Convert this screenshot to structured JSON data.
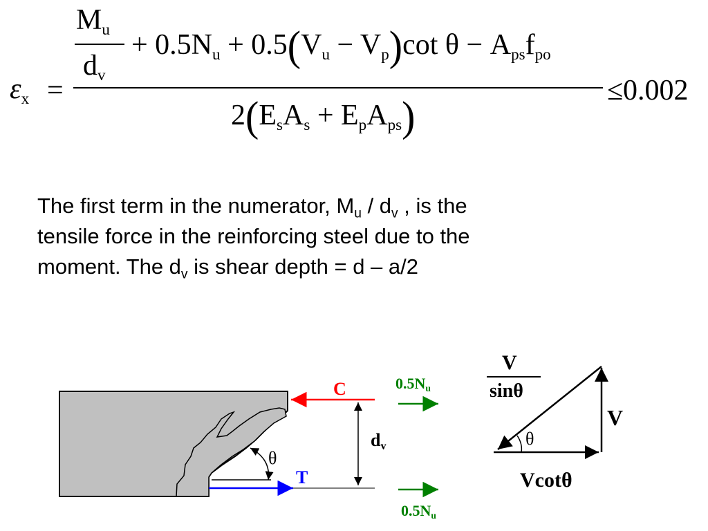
{
  "equation": {
    "lhs_symbol": "ε",
    "lhs_sub": "x",
    "equals": "=",
    "mu_M": "M",
    "mu_sub": "u",
    "dv_d": "d",
    "dv_sub": "v",
    "num_t2": "+ 0.5N",
    "num_t2_sub": "u",
    "num_t3_pre": "+ 0.5",
    "num_t3_V1": "V",
    "num_t3_V1_sub": "u",
    "num_t3_minus": "− V",
    "num_t3_V2_sub": "p",
    "num_t3_cot": "cot θ − A",
    "num_t4_sub": "ps",
    "num_t4_f": "f",
    "num_t4_f_sub": "po",
    "den_pre": "2",
    "den_E1": "E",
    "den_E1_sub": "s",
    "den_A1": "A",
    "den_A1_sub": "s",
    "den_plus": " + E",
    "den_E2_sub": "p",
    "den_A2": "A",
    "den_A2_sub": "ps",
    "rhs": "≤0.002",
    "paren_open": "(",
    "paren_close": ")"
  },
  "paragraph": {
    "line1_a": "The first term in the numerator, M",
    "line1_sub1": "u",
    "line1_b": " / d",
    "line1_sub2": "v",
    "line1_c": " , is the",
    "line2": "tensile force in the reinforcing steel due to the",
    "line3_a": "moment.  The d",
    "line3_sub": "v",
    "line3_b": " is shear depth = d – a/2"
  },
  "diagram": {
    "label_C": "C",
    "label_T": "T",
    "label_theta": "θ",
    "label_dv": "d",
    "label_dv_sub": "v",
    "label_N_top": "0.5N",
    "label_N_top_sub": "u",
    "label_N_bot": "0.5N",
    "label_N_bot_sub": "u",
    "colors": {
      "compression": "#ff0000",
      "tension": "#0000ff",
      "axial": "#008000",
      "concrete": "#c0c0c0"
    }
  },
  "triangle": {
    "frac_num": "V",
    "frac_den": "sinθ",
    "label_V": "V",
    "label_theta": "θ",
    "label_Vcot": "Vcotθ"
  }
}
